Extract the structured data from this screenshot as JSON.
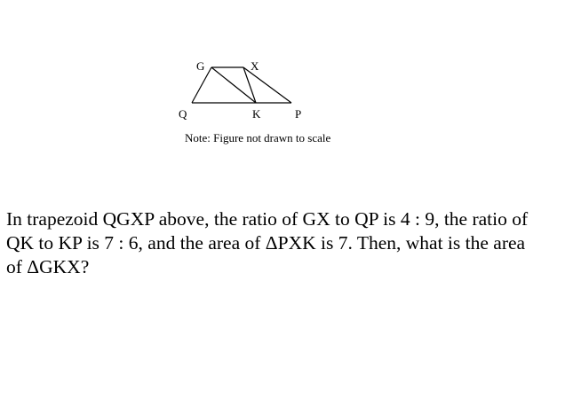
{
  "figure": {
    "vertices": {
      "G": "G",
      "X": "X",
      "Q": "Q",
      "K": "K",
      "P": "P"
    },
    "note": "Note: Figure not drawn to scale"
  },
  "question": {
    "text": "In trapezoid QGXP above, the ratio of GX to QP is 4 : 9, the ratio of QK to KP is 7 : 6, and the area of ΔPXK is 7. Then, what is the area of ΔGKX?"
  }
}
